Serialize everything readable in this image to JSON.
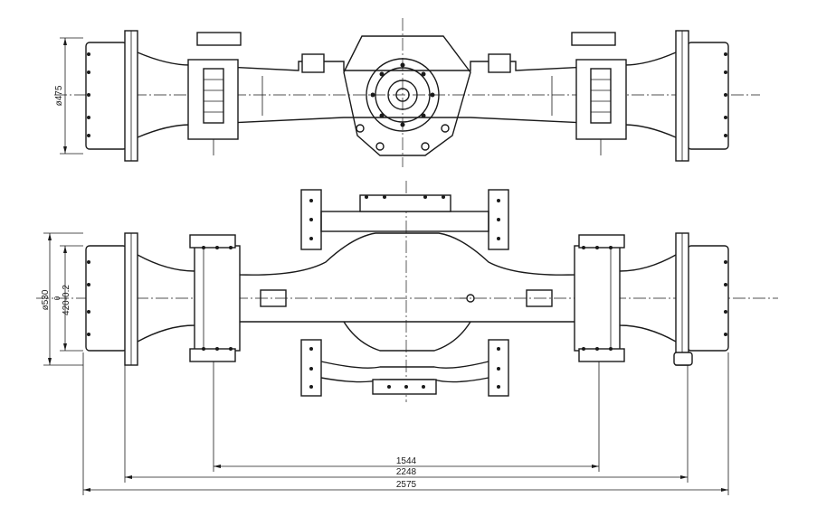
{
  "dimensions": {
    "top_diameter": "ø475",
    "front_diameter": "ø530",
    "front_fit_upper": "0",
    "front_fit": "420-0.2",
    "track_inner": "1544",
    "track_mid": "2248",
    "overall_width": "2575"
  }
}
